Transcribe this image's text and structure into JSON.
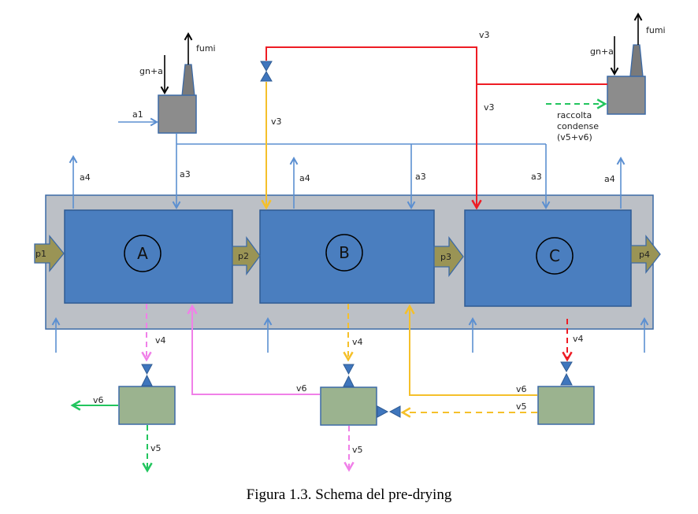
{
  "caption": "Figura 1.3. Schema del pre-drying",
  "colors": {
    "chamber_fill": "#4a7ebf",
    "chamber_stroke": "#2f5b93",
    "outer_fill": "#bcc0c6",
    "outer_stroke": "#3c6aa6",
    "burner_fill": "#8c8c8c",
    "tank_fill": "#9bb38f",
    "product_arrow_fill": "#9a9455",
    "air_line": "#5b8fd1",
    "red_line": "#ee1c24",
    "yellow_line": "#f5c02a",
    "pink_line": "#f080e8",
    "green_line": "#22c55e",
    "valve_fill": "#3f76bd"
  },
  "chambers": [
    {
      "id": "A",
      "label": "A"
    },
    {
      "id": "B",
      "label": "B"
    },
    {
      "id": "C",
      "label": "C"
    }
  ],
  "product_flows": [
    "p1",
    "p2",
    "p3",
    "p4"
  ],
  "burners": [
    {
      "name": "burner-left",
      "fuel_label": "gn+a",
      "exhaust_label": "fumi",
      "air_in_label": "a1"
    },
    {
      "name": "burner-right",
      "fuel_label": "gn+a",
      "exhaust_label": "fumi",
      "condensate_label_lines": [
        "raccolta",
        "condense",
        "(v5+v6)"
      ]
    }
  ],
  "labels": {
    "v3_top": "v3",
    "v3_right": "v3",
    "v3_left": "v3",
    "a3_A": "a3",
    "a3_B": "a3",
    "a3_C": "a3",
    "a4_A": "a4",
    "a4_B": "a4",
    "a4_C": "a4",
    "v4_A": "v4",
    "v4_B": "v4",
    "v4_C": "v4",
    "v6_left": "v6",
    "v5_left": "v5",
    "v6_mid": "v6",
    "v5_mid": "v5",
    "v6_right": "v6",
    "v5_right": "v5"
  }
}
